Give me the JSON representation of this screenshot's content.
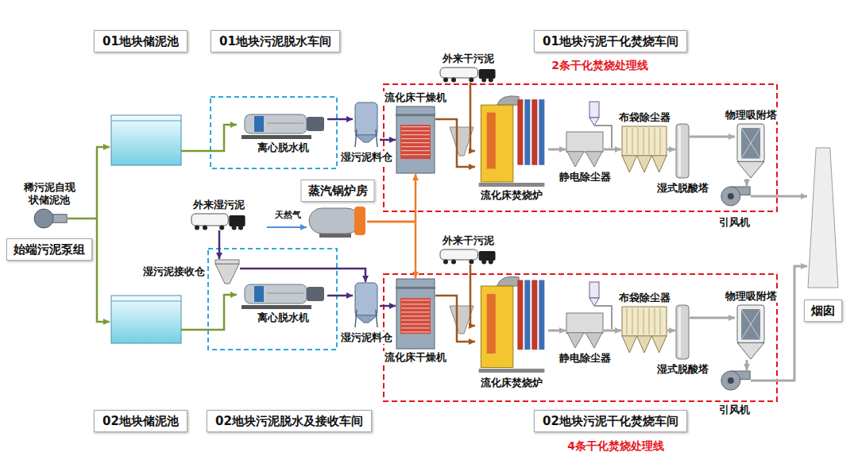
{
  "diagram": {
    "nodes": [
      {
        "text": [
          "01地块储泥池"
        ]
      },
      {
        "text": [
          "01地块污泥脱水车间"
        ]
      },
      {
        "text": [
          "01地块污泥干化焚烧车间"
        ]
      },
      {
        "text": [
          "外来干污泥"
        ]
      },
      {
        "text": [
          "流化床干燥机"
        ]
      },
      {
        "text": [
          "离心脱水机"
        ]
      },
      {
        "text": [
          "湿污泥料仓"
        ]
      },
      {
        "text": [
          "流化床焚烧炉"
        ]
      },
      {
        "text": [
          "静电除尘器"
        ]
      },
      {
        "text": [
          "布袋除尘器"
        ]
      },
      {
        "text": [
          "湿式脱酸塔"
        ]
      },
      {
        "text": [
          "物理吸附塔"
        ]
      },
      {
        "text": [
          "引风机"
        ]
      },
      {
        "text": [
          "稀污泥自现状储泥池",
          "始端污泥泵组"
        ]
      },
      {
        "text": [
          "蒸汽锅炉房"
        ]
      },
      {
        "text": [
          "外来湿污泥"
        ]
      },
      {
        "text": [
          "湿污泥接收仓"
        ]
      },
      {
        "text": [
          "离心脱水机"
        ]
      },
      {
        "text": [
          "湿污泥料仓"
        ]
      },
      {
        "text": [
          "外来干污泥"
        ]
      },
      {
        "text": [
          "流化床干燥机"
        ]
      },
      {
        "text": [
          "流化床焚烧炉"
        ]
      },
      {
        "text": [
          "静电除尘器"
        ]
      },
      {
        "text": [
          "布袋除尘器"
        ]
      },
      {
        "text": [
          "湿式脱酸塔"
        ]
      },
      {
        "text": [
          "物理吸附塔"
        ]
      },
      {
        "text": [
          "引风机"
        ]
      },
      {
        "text": [
          "烟囱"
        ]
      },
      {
        "text": [
          "02地块储泥池"
        ]
      },
      {
        "text": [
          "02地块污泥脱水及接收车间"
        ]
      },
      {
        "text": [
          "02地块污泥干化焚烧车间"
        ]
      }
    ],
    "edges": [
      {
        "from": 5,
        "to": 6,
        "arrow": "to"
      },
      {
        "from": 6,
        "to": 4,
        "arrow": "to"
      },
      {
        "from": 4,
        "to": 7,
        "arrow": "to"
      },
      {
        "from": 3,
        "to": 7,
        "arrow": "to"
      },
      {
        "from": 7,
        "to": 8,
        "arrow": "to"
      },
      {
        "from": 8,
        "to": 9,
        "arrow": "to"
      },
      {
        "from": 9,
        "to": 10,
        "arrow": "to"
      },
      {
        "from": 10,
        "to": 11,
        "arrow": "to"
      },
      {
        "from": 11,
        "to": 12,
        "arrow": "to"
      },
      {
        "from": 12,
        "to": 27,
        "arrow": "to"
      },
      {
        "from": 14,
        "to": 4,
        "arrow": "to"
      },
      {
        "from": 14,
        "to": 20,
        "arrow": "to"
      },
      {
        "from": 15,
        "to": 16,
        "arrow": "to"
      },
      {
        "from": 16,
        "to": 18,
        "arrow": "to"
      },
      {
        "from": 17,
        "to": 18,
        "arrow": "to"
      },
      {
        "from": 18,
        "to": 20,
        "arrow": "to"
      },
      {
        "from": 20,
        "to": 21,
        "arrow": "to"
      },
      {
        "from": 19,
        "to": 21,
        "arrow": "to"
      },
      {
        "from": 21,
        "to": 22,
        "arrow": "to"
      },
      {
        "from": 22,
        "to": 23,
        "arrow": "to"
      },
      {
        "from": 23,
        "to": 24,
        "arrow": "to"
      },
      {
        "from": 24,
        "to": 25,
        "arrow": "to"
      },
      {
        "from": 25,
        "to": 26,
        "arrow": "to"
      },
      {
        "from": 26,
        "to": 27,
        "arrow": "to"
      }
    ],
    "labels": [
      "2条干化焚烧处理线",
      "天然气",
      "4条干化焚烧处理线"
    ]
  }
}
